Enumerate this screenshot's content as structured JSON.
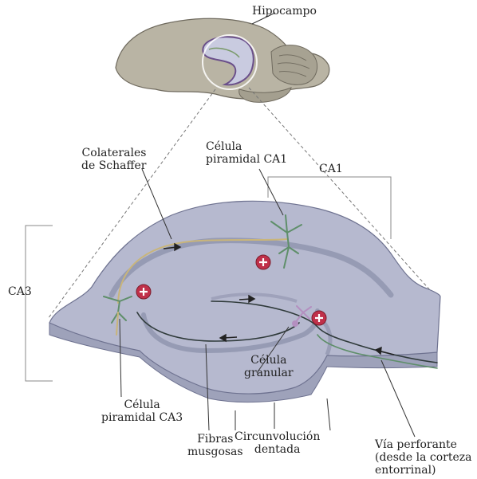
{
  "labels": {
    "hipocampo": "Hipocampo",
    "celula_piramidal_ca1": [
      "Célula",
      "piramidal CA1"
    ],
    "colaterales_schaffer": [
      "Colaterales",
      "de Schaffer"
    ],
    "ca1": "CA1",
    "ca3": "CA3",
    "celula_granular": [
      "Célula",
      "granular"
    ],
    "celula_piramidal_ca3": [
      "Célula",
      "piramidal CA3"
    ],
    "fibras_musgosas": [
      "Fibras",
      "musgosas"
    ],
    "circunvolucion_dentada": [
      "Circunvolución",
      "dentada"
    ],
    "via_perforante": [
      "Vía perforante",
      "(desde la corteza",
      "entorrinal)"
    ]
  },
  "colors": {
    "brain": "#b9b4a4",
    "brain_shadow": "#8f8a7d",
    "hippocampus_section": "#b6b9cf",
    "hippocampus_side": "#9ea2ba",
    "cell_layer": "#8f93ad",
    "schaffer_axon": "#c9b57a",
    "neuron_green": "#5f8f6a",
    "granule_cell": "#b48fc0",
    "excitatory_marker": "#c0304a"
  },
  "icons": {
    "excitatory_synapse": "plus-circle-icon"
  }
}
